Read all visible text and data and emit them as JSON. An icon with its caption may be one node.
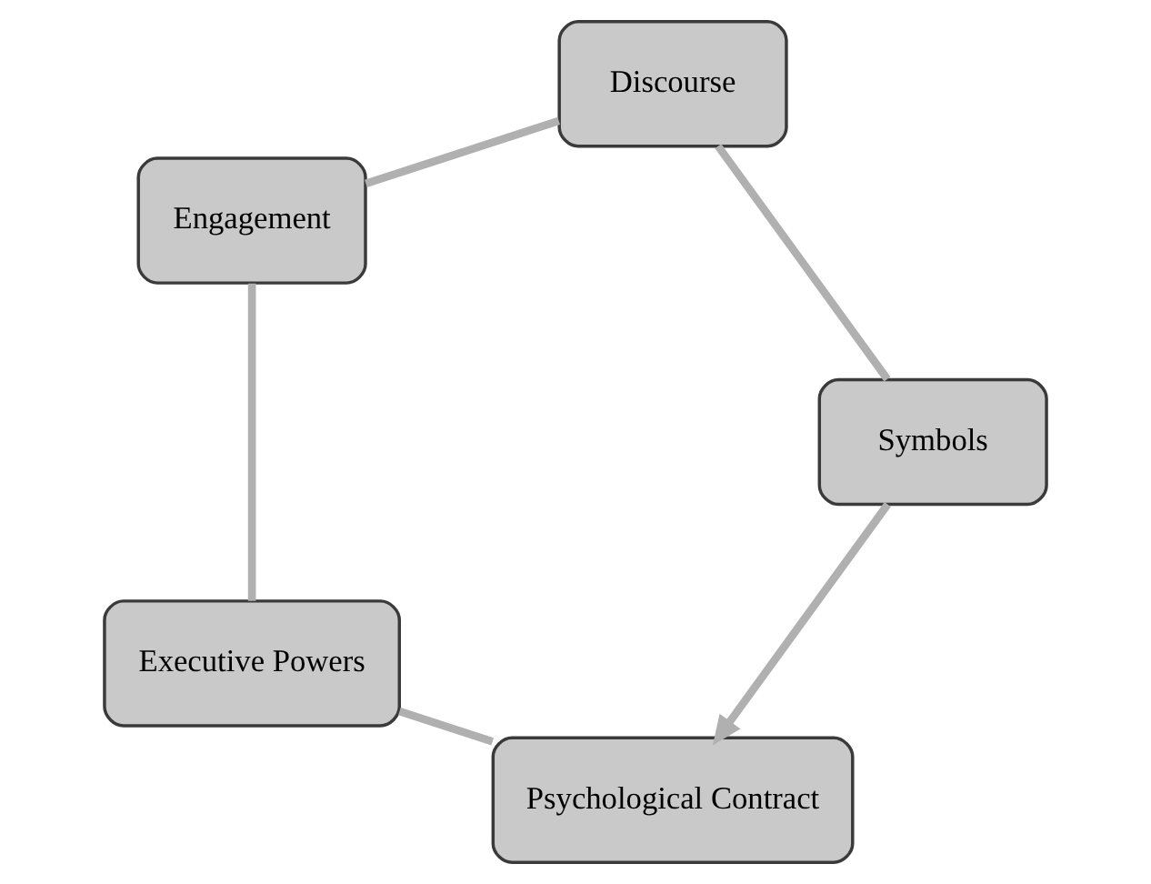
{
  "diagram": {
    "nodes": [
      {
        "text": [
          "Psychological Contract"
        ]
      },
      {
        "text": [
          "Executive Powers"
        ]
      },
      {
        "text": [
          "Engagement"
        ]
      },
      {
        "text": [
          "Discourse"
        ]
      },
      {
        "text": [
          "Symbols"
        ]
      }
    ],
    "edges": [
      {
        "from": 0,
        "to": 1,
        "arrow": "none"
      },
      {
        "from": 1,
        "to": 2,
        "arrow": "none"
      },
      {
        "from": 2,
        "to": 3,
        "arrow": "none"
      },
      {
        "from": 3,
        "to": 4,
        "arrow": "none"
      },
      {
        "from": 4,
        "to": 0,
        "arrow": "to"
      }
    ]
  }
}
